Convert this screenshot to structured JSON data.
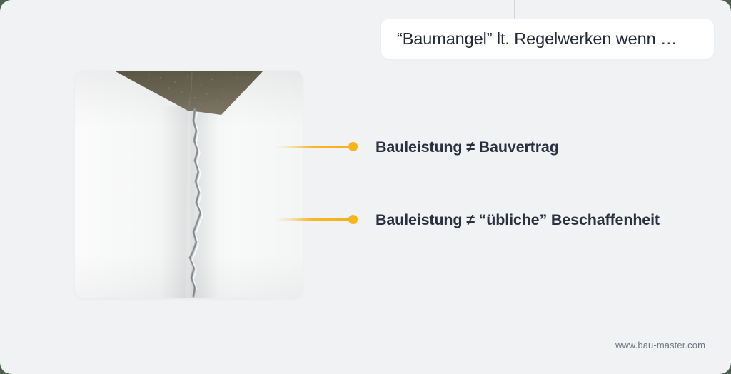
{
  "slide": {
    "background_color": "#f0f2f4",
    "page_background_color": "#4a6249",
    "accent_color": "#f7b51a",
    "heading_color": "#2b3040"
  },
  "title": {
    "text": "“Baumangel” lt. Regelwerken wenn …"
  },
  "photo": {
    "alt": "Weiße Wand mit vertikalem Riss in der Ecke, dunkle Decke oben",
    "wall_color": "#f6f7f7",
    "ceiling_color": "#6b6453",
    "crack_color": "#9aa0a3"
  },
  "bullets": [
    {
      "label": "Bauleistung ≠ Bauvertrag"
    },
    {
      "label": "Bauleistung ≠ “übliche” Beschaffenheit"
    }
  ],
  "footer": {
    "url": "www.bau-master.com"
  }
}
